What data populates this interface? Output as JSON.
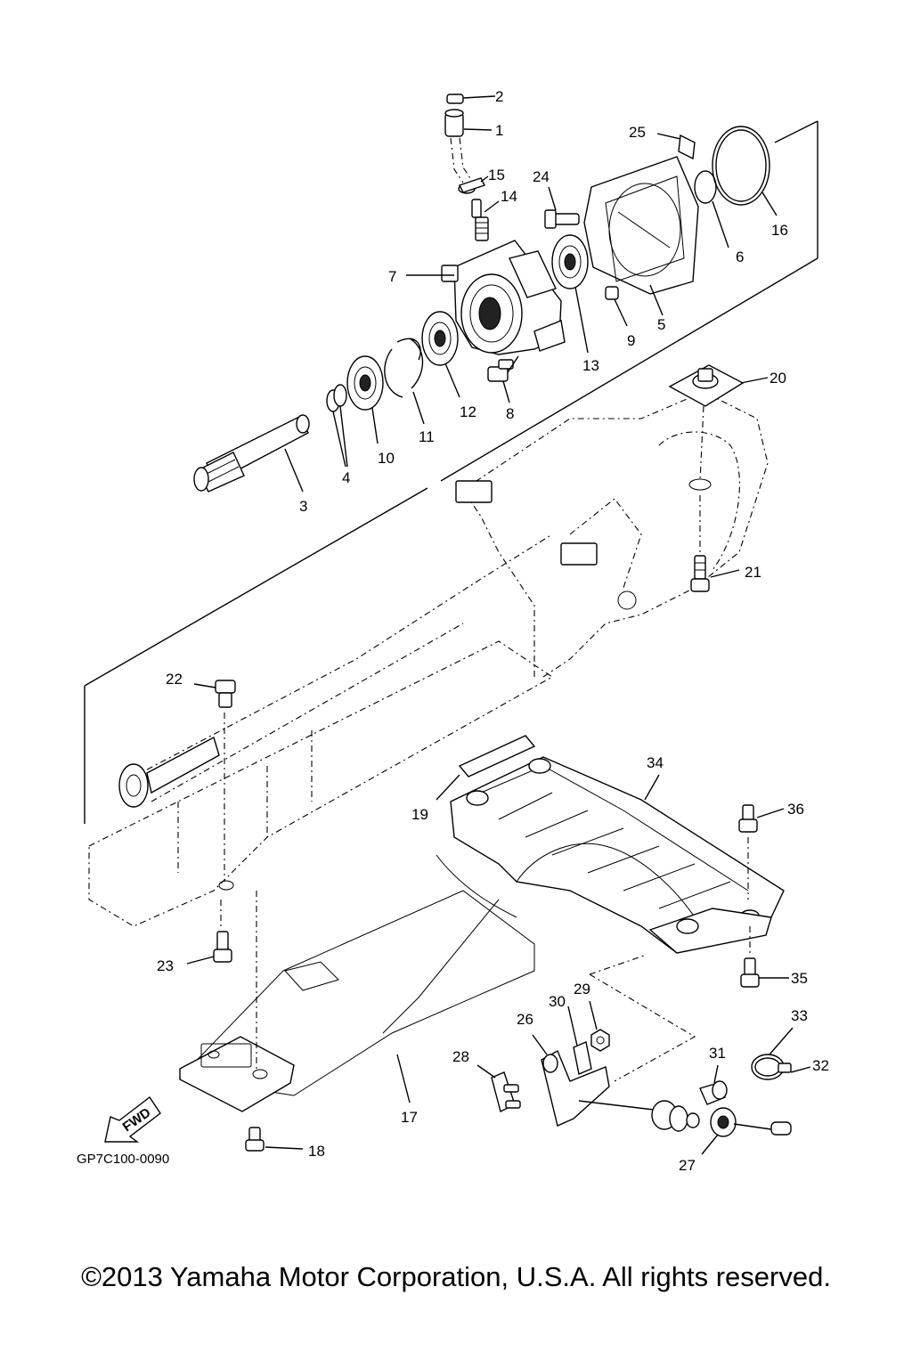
{
  "diagram": {
    "drawing_code": "GP7C100-0090",
    "fwd_label": "FWD",
    "part_numbers": [
      "1",
      "2",
      "3",
      "4",
      "5",
      "6",
      "7",
      "8",
      "9",
      "10",
      "11",
      "12",
      "13",
      "14",
      "15",
      "16",
      "17",
      "18",
      "19",
      "20",
      "21",
      "22",
      "23",
      "24",
      "25",
      "26",
      "27",
      "28",
      "29",
      "30",
      "31",
      "32",
      "33",
      "34",
      "35",
      "36"
    ]
  },
  "footer": {
    "copyright": "©2013 Yamaha Motor Corporation, U.S.A. All rights reserved."
  }
}
